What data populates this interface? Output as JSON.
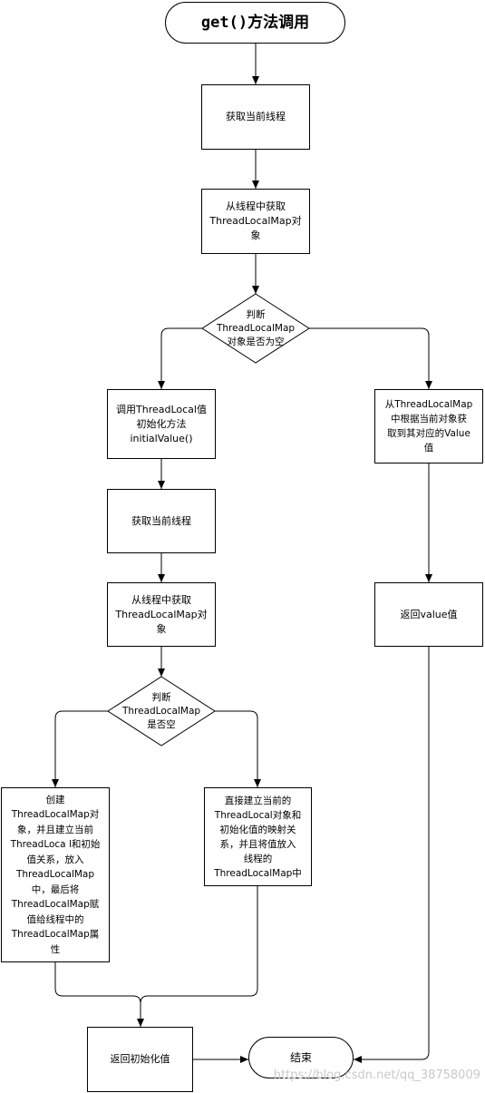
{
  "diagram": {
    "start": "get()方法调用",
    "get_current_thread_1": "获取当前线程",
    "get_map_from_thread_1": "从线程中获取\nThreadLocalMap对\n象",
    "decision_map_is_null": "判断\nThreadLocalMap\n对象是否为空",
    "call_initial_value": "调用ThreadLocal值\n初始化方法\ninitialValue()",
    "get_value_from_map": "从ThreadLocalMap\n中根据当前对象获\n取到其对应的Value\n值",
    "get_current_thread_2": "获取当前线程",
    "return_value": "返回value值",
    "get_map_from_thread_2": "从线程中获取\nThreadLocalMap对\n象",
    "decision_map_empty": "判断\nThreadLocalMap\n是否空",
    "create_map": "创建\nThreadLocalMap对\n象，并且建立当前\nThreadLoca l和初始\n值关系，放入\nThreadLocalMap\n中，最后将\nThreadLocalMap赋\n值给线程中的\nThreadLocalMap属\n性",
    "put_into_map": "直接建立当前的\nThreadLocal对象和\n初始化值的映射关\n系，并且将值放入\n线程的\nThreadLocalMap中",
    "return_initial_value": "返回初始化值",
    "end": "结束"
  },
  "watermark": "https://blog.csdn.net/qq_38758009"
}
